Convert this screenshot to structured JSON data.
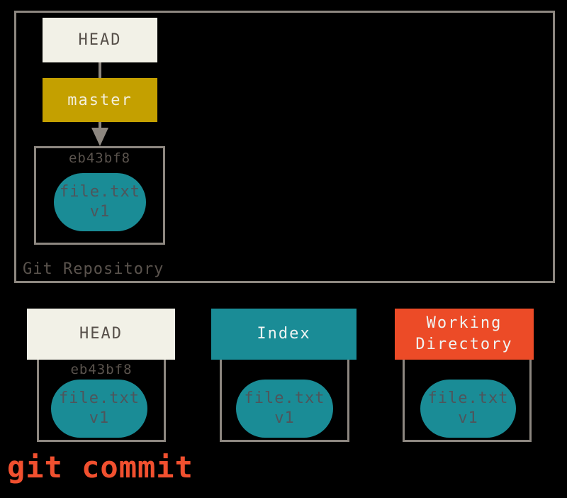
{
  "colors": {
    "background": "#000000",
    "box_border": "#8d8780",
    "cream_fill": "#f2f1e7",
    "dark_label": "#57504a",
    "gold_fill": "#c4a000",
    "teal_fill": "#1a8c96",
    "orange_fill": "#ec4b27",
    "pill_text": "#4e555b",
    "light_text": "#f0f4f3",
    "caption_text": "#f1502f"
  },
  "repository": {
    "label": "Git Repository",
    "head_ref": "HEAD",
    "branch": "master",
    "commit_hash": "eb43bf8",
    "file_name": "file.txt",
    "file_version": "v1"
  },
  "columns": [
    {
      "header": "HEAD",
      "hash": "eb43bf8",
      "file_name": "file.txt",
      "file_version": "v1"
    },
    {
      "header": "Index",
      "file_name": "file.txt",
      "file_version": "v1"
    },
    {
      "header": "Working Directory",
      "file_name": "file.txt",
      "file_version": "v1"
    }
  ],
  "caption": "git commit"
}
